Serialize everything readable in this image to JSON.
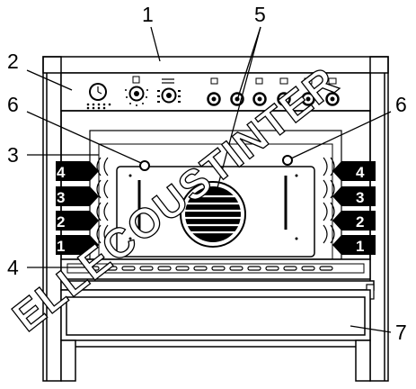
{
  "callouts": {
    "c1": "1",
    "c2": "2",
    "c3": "3",
    "c4": "4",
    "c5": "5",
    "c6_left": "6",
    "c6_right": "6",
    "c7": "7"
  },
  "shelf_levels": {
    "left": [
      "4",
      "3",
      "2",
      "1"
    ],
    "right": [
      "4",
      "3",
      "2",
      "1"
    ]
  },
  "watermark": "ELLECOUSTINTER",
  "colors": {
    "line": "#000000",
    "background": "#ffffff",
    "shelf_tag": "#000000"
  }
}
